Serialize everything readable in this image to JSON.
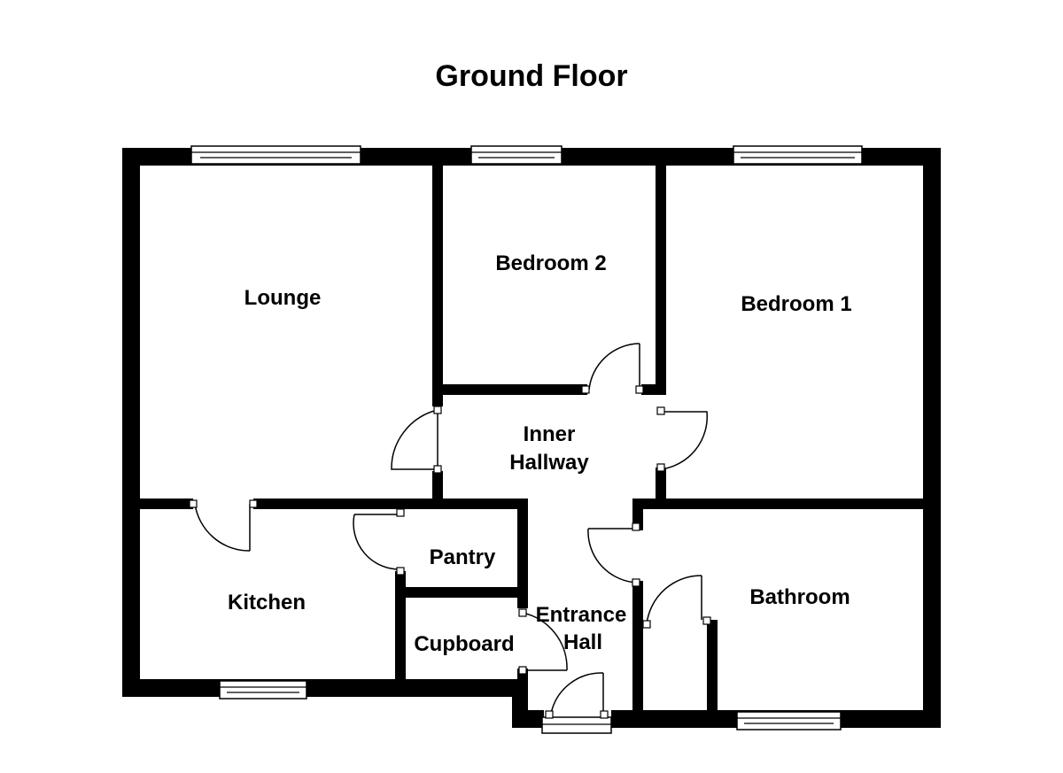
{
  "floor_plan": {
    "title": "Ground Floor",
    "rooms": {
      "lounge": "Lounge",
      "bedroom_2": "Bedroom 2",
      "bedroom_1": "Bedroom 1",
      "inner_hallway_line1": "Inner",
      "inner_hallway_line2": "Hallway",
      "pantry": "Pantry",
      "kitchen": "Kitchen",
      "entrance_hall_line1": "Entrance",
      "entrance_hall_line2": "Hall",
      "cupboard": "Cupboard",
      "bathroom": "Bathroom"
    },
    "colors": {
      "wall": "#000000",
      "background": "#ffffff"
    }
  }
}
